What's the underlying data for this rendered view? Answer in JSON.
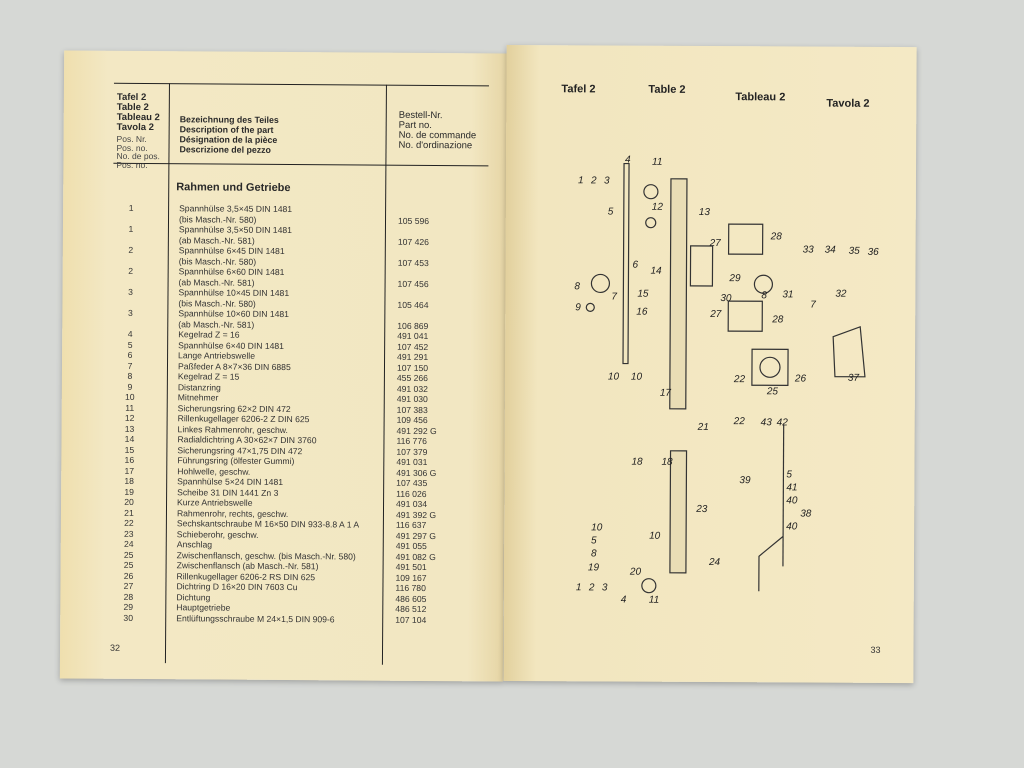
{
  "left_page": {
    "header": {
      "table_names": [
        "Tafel 2",
        "Table 2",
        "Tableau 2",
        "Tavola 2"
      ],
      "pos_labels": [
        "Pos. Nr.",
        "Pos. no.",
        "No. de pos.",
        "Pos. no."
      ],
      "description_labels": [
        "Bezeichnung des Teiles",
        "Description of the part",
        "Désignation de la pièce",
        "Descrizione del pezzo"
      ],
      "partno_labels": [
        "Bestell-Nr.",
        "Part no.",
        "No. de commande",
        "No. d'ordinazione"
      ]
    },
    "section_title": "Rahmen und Getriebe",
    "rows": [
      {
        "pos": "1",
        "desc": "Spannhülse 3,5×45   DIN 1481",
        "pn": ""
      },
      {
        "pos": "",
        "desc": "(bis Masch.-Nr. 580)",
        "pn": "105 596"
      },
      {
        "pos": "1",
        "desc": "Spannhülse 3,5×50   DIN 1481",
        "pn": ""
      },
      {
        "pos": "",
        "desc": "(ab Masch.-Nr. 581)",
        "pn": "107 426"
      },
      {
        "pos": "2",
        "desc": "Spannhülse 6×45   DIN 1481",
        "pn": ""
      },
      {
        "pos": "",
        "desc": "(bis Masch.-Nr. 580)",
        "pn": "107 453"
      },
      {
        "pos": "2",
        "desc": "Spannhülse 6×60   DIN 1481",
        "pn": ""
      },
      {
        "pos": "",
        "desc": "(ab Masch.-Nr. 581)",
        "pn": "107 456"
      },
      {
        "pos": "3",
        "desc": "Spannhülse 10×45   DIN 1481",
        "pn": ""
      },
      {
        "pos": "",
        "desc": "(bis Masch.-Nr. 580)",
        "pn": "105 464"
      },
      {
        "pos": "3",
        "desc": "Spannhülse 10×60   DIN 1481",
        "pn": ""
      },
      {
        "pos": "",
        "desc": "(ab Masch.-Nr. 581)",
        "pn": "106 869"
      },
      {
        "pos": "4",
        "desc": "Kegelrad Z = 16",
        "pn": "491 041"
      },
      {
        "pos": "5",
        "desc": "Spannhülse 6×40   DIN 1481",
        "pn": "107 452"
      },
      {
        "pos": "6",
        "desc": "Lange Antriebswelle",
        "pn": "491 291"
      },
      {
        "pos": "7",
        "desc": "Paßfeder A 8×7×36   DIN 6885",
        "pn": "107 150"
      },
      {
        "pos": "8",
        "desc": "Kegelrad Z = 15",
        "pn": "455 266"
      },
      {
        "pos": "9",
        "desc": "Distanzring",
        "pn": "491 032"
      },
      {
        "pos": "10",
        "desc": "Mitnehmer",
        "pn": "491 030"
      },
      {
        "pos": "11",
        "desc": "Sicherungsring 62×2   DIN 472",
        "pn": "107 383"
      },
      {
        "pos": "12",
        "desc": "Rillenkugellager 6206-2 Z   DIN 625",
        "pn": "109 456"
      },
      {
        "pos": "13",
        "desc": "Linkes Rahmenrohr, geschw.",
        "pn": "491 292 G"
      },
      {
        "pos": "14",
        "desc": "Radialdichtring A 30×62×7   DIN 3760",
        "pn": "116 776"
      },
      {
        "pos": "15",
        "desc": "Sicherungsring 47×1,75   DIN 472",
        "pn": "107 379"
      },
      {
        "pos": "16",
        "desc": "Führungsring (ölfester Gummi)",
        "pn": "491 031"
      },
      {
        "pos": "17",
        "desc": "Hohlwelle, geschw.",
        "pn": "491 306 G"
      },
      {
        "pos": "18",
        "desc": "Spannhülse 5×24   DIN 1481",
        "pn": "107 435"
      },
      {
        "pos": "19",
        "desc": "Scheibe 31   DIN 1441 Zn 3",
        "pn": "116 026"
      },
      {
        "pos": "20",
        "desc": "Kurze Antriebswelle",
        "pn": "491 034"
      },
      {
        "pos": "21",
        "desc": "Rahmenrohr, rechts, geschw.",
        "pn": "491 392 G"
      },
      {
        "pos": "22",
        "desc": "Sechskantschraube M 16×50 DIN 933-8.8 A 1 A",
        "pn": "116 637"
      },
      {
        "pos": "23",
        "desc": "Schieberohr, geschw.",
        "pn": "491 297 G"
      },
      {
        "pos": "24",
        "desc": "Anschlag",
        "pn": "491 055"
      },
      {
        "pos": "25",
        "desc": "Zwischenflansch, geschw. (bis Masch.-Nr. 580)",
        "pn": "491 082 G"
      },
      {
        "pos": "25",
        "desc": "Zwischenflansch (ab Masch.-Nr. 581)",
        "pn": "491 501"
      },
      {
        "pos": "26",
        "desc": "Rillenkugellager 6206-2 RS   DIN 625",
        "pn": "109 167"
      },
      {
        "pos": "27",
        "desc": "Dichtring D 16×20   DIN 7603 Cu",
        "pn": "116 780"
      },
      {
        "pos": "28",
        "desc": "Dichtung",
        "pn": "486 605"
      },
      {
        "pos": "29",
        "desc": "Hauptgetriebe",
        "pn": "486 512"
      },
      {
        "pos": "30",
        "desc": "Entlüftungsschraube M 24×1,5   DIN 909-6",
        "pn": "107 104"
      }
    ],
    "page_number": "32"
  },
  "right_page": {
    "headings": [
      "Tafel 2",
      "Table 2",
      "Tableau 2",
      "Tavola 2"
    ],
    "callouts": [
      "4",
      "11",
      "1",
      "2",
      "3",
      "12",
      "5",
      "13",
      "27",
      "28",
      "33",
      "34",
      "35",
      "36",
      "6",
      "14",
      "29",
      "8",
      "8",
      "7",
      "15",
      "30",
      "31",
      "32",
      "7",
      "9",
      "16",
      "27",
      "28",
      "10",
      "10",
      "22",
      "26",
      "37",
      "25",
      "17",
      "21",
      "22",
      "43",
      "42",
      "18",
      "18",
      "39",
      "5",
      "41",
      "40",
      "38",
      "40",
      "23",
      "10",
      "10",
      "5",
      "8",
      "19",
      "20",
      "24",
      "1",
      "2",
      "3",
      "4",
      "11"
    ],
    "page_number": "33"
  }
}
